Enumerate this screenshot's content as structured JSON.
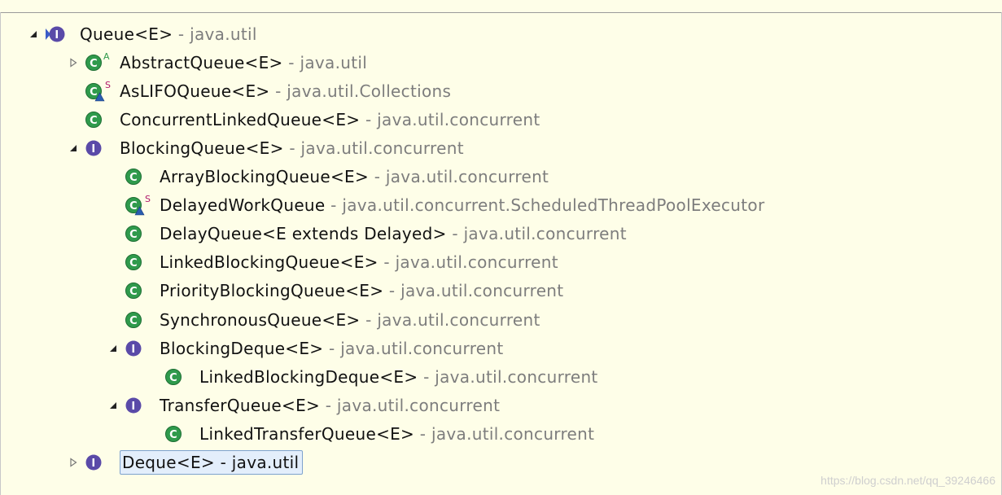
{
  "tree": [
    {
      "name": "Queue<E>",
      "package": "java.util",
      "kind": "interface",
      "modifier": "",
      "expand": "expanded",
      "selected": false,
      "level": 0
    },
    {
      "name": "AbstractQueue<E>",
      "package": "java.util",
      "kind": "class",
      "modifier": "A",
      "expand": "collapsed",
      "selected": false,
      "level": 1
    },
    {
      "name": "AsLIFOQueue<E>",
      "package": "java.util.Collections",
      "kind": "class",
      "modifier": "S",
      "protected": true,
      "expand": "none",
      "selected": false,
      "level": 1
    },
    {
      "name": "ConcurrentLinkedQueue<E>",
      "package": "java.util.concurrent",
      "kind": "class",
      "modifier": "",
      "expand": "none",
      "selected": false,
      "level": 1
    },
    {
      "name": "BlockingQueue<E>",
      "package": "java.util.concurrent",
      "kind": "interface",
      "modifier": "",
      "expand": "expanded",
      "selected": false,
      "level": 1
    },
    {
      "name": "ArrayBlockingQueue<E>",
      "package": "java.util.concurrent",
      "kind": "class",
      "modifier": "",
      "expand": "none",
      "selected": false,
      "level": 2
    },
    {
      "name": "DelayedWorkQueue",
      "package": "java.util.concurrent.ScheduledThreadPoolExecutor",
      "kind": "class",
      "modifier": "S",
      "protected": true,
      "expand": "none",
      "selected": false,
      "level": 2
    },
    {
      "name": "DelayQueue<E extends Delayed>",
      "package": "java.util.concurrent",
      "kind": "class",
      "modifier": "",
      "expand": "none",
      "selected": false,
      "level": 2
    },
    {
      "name": "LinkedBlockingQueue<E>",
      "package": "java.util.concurrent",
      "kind": "class",
      "modifier": "",
      "expand": "none",
      "selected": false,
      "level": 2
    },
    {
      "name": "PriorityBlockingQueue<E>",
      "package": "java.util.concurrent",
      "kind": "class",
      "modifier": "",
      "expand": "none",
      "selected": false,
      "level": 2
    },
    {
      "name": "SynchronousQueue<E>",
      "package": "java.util.concurrent",
      "kind": "class",
      "modifier": "",
      "expand": "none",
      "selected": false,
      "level": 2
    },
    {
      "name": "BlockingDeque<E>",
      "package": "java.util.concurrent",
      "kind": "interface",
      "modifier": "",
      "expand": "expanded",
      "selected": false,
      "level": 2
    },
    {
      "name": "LinkedBlockingDeque<E>",
      "package": "java.util.concurrent",
      "kind": "class",
      "modifier": "",
      "expand": "none",
      "selected": false,
      "level": 3
    },
    {
      "name": "TransferQueue<E>",
      "package": "java.util.concurrent",
      "kind": "interface",
      "modifier": "",
      "expand": "expanded",
      "selected": false,
      "level": 2
    },
    {
      "name": "LinkedTransferQueue<E>",
      "package": "java.util.concurrent",
      "kind": "class",
      "modifier": "",
      "expand": "none",
      "selected": false,
      "level": 3
    },
    {
      "name": "Deque<E>",
      "package": "java.util",
      "kind": "interface",
      "modifier": "",
      "expand": "collapsed",
      "selected": true,
      "level": 1
    }
  ],
  "separator": " - ",
  "watermark": "https://blog.csdn.net/qq_39246466",
  "colors": {
    "class_icon": "#2f9a4c",
    "interface_icon": "#5a4aa8",
    "modifier_A": "#2f9a4c",
    "modifier_S": "#b0176a",
    "protected_triangle": "#2a5db0",
    "background": "#fefee8",
    "package_text": "#7d7d7d"
  }
}
